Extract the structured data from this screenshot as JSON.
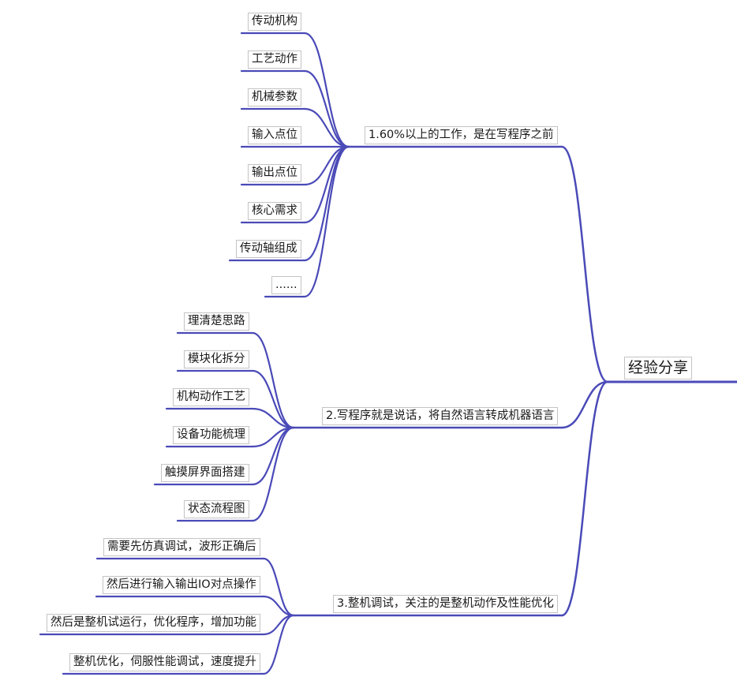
{
  "theme": {
    "branch_color": "#4a4ab8",
    "border_color": "#c4c4c4",
    "text_color": "#1a1a1a"
  },
  "root": {
    "label": "经验分享"
  },
  "branches": [
    {
      "label": "1.60%以上的工作，是在写程序之前",
      "children": [
        "传动机构",
        "工艺动作",
        "机械参数",
        "输入点位",
        "输出点位",
        "核心需求",
        "传动轴组成",
        "......"
      ]
    },
    {
      "label": "2.写程序就是说话，将自然语言转成机器语言",
      "children": [
        "理清楚思路",
        "模块化拆分",
        "机构动作工艺",
        "设备功能梳理",
        "触摸屏界面搭建",
        "状态流程图"
      ]
    },
    {
      "label": "3.整机调试，关注的是整机动作及性能优化",
      "children": [
        "需要先仿真调试，波形正确后",
        "然后进行输入输出IO对点操作",
        "然后是整机试运行，优化程序，增加功能",
        "整机优化，伺服性能调试，速度提升"
      ]
    }
  ]
}
